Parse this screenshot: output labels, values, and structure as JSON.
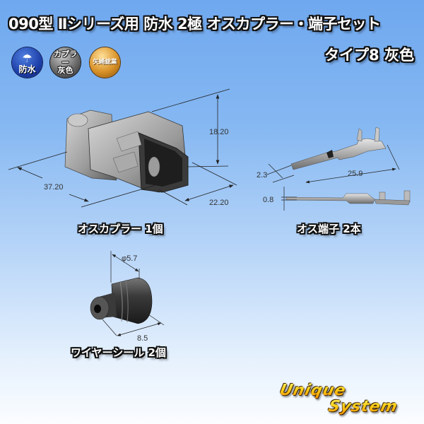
{
  "header": {
    "title": "090型 Ⅱシリーズ用 防水 2極 オスカプラー・端子セット",
    "subtitle": "タイプ8 灰色"
  },
  "badges": [
    {
      "name": "waterproof",
      "icon": "umbrella-icon",
      "label": "防水",
      "color": "#1d3fa8"
    },
    {
      "name": "coupler-color",
      "line1": "カプラー",
      "line2": "灰色",
      "color": "#6a6a6a"
    },
    {
      "name": "maker",
      "label": "矢崎総業",
      "color": "#d99228"
    }
  ],
  "parts": {
    "coupler": {
      "caption": "オスカプラー 1個",
      "dims": {
        "length": "37.20",
        "width": "22.20",
        "height": "18.20"
      }
    },
    "terminal": {
      "caption": "オス端子 2本",
      "dims": {
        "length": "25.9",
        "width": "2.3",
        "thickness": "0.8"
      }
    },
    "seal": {
      "caption": "ワイヤーシール 2個",
      "dims": {
        "diameter": "φ5.7",
        "length": "8.5"
      }
    }
  },
  "logo": {
    "line1": "Unique",
    "line2": "System"
  }
}
